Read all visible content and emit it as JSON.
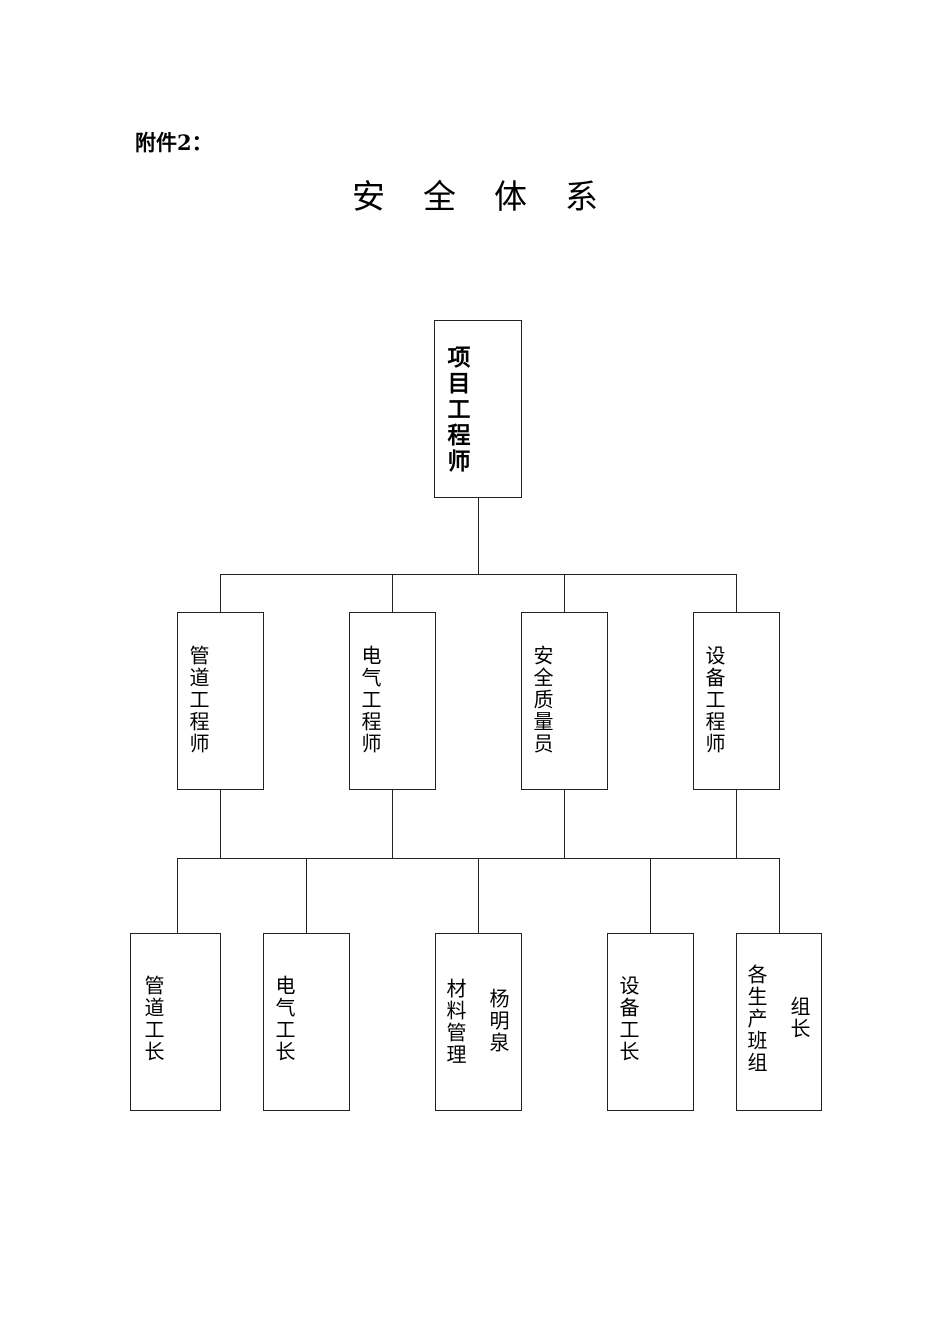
{
  "header": {
    "attachment_label": "附件2：",
    "title_chars": [
      "安",
      "全",
      "体",
      "系"
    ]
  },
  "root": {
    "label": "项目工程师"
  },
  "level2": [
    {
      "label": "管道工程师"
    },
    {
      "label": "电气工程师"
    },
    {
      "label": "安全质量员"
    },
    {
      "label": "设备工程师"
    }
  ],
  "level3": [
    {
      "label": "管道工长"
    },
    {
      "label": "电气工长"
    },
    {
      "label": "材料管理",
      "name": "杨明泉"
    },
    {
      "label": "设备工长"
    },
    {
      "label": "各生产班组",
      "name": "组长"
    }
  ]
}
